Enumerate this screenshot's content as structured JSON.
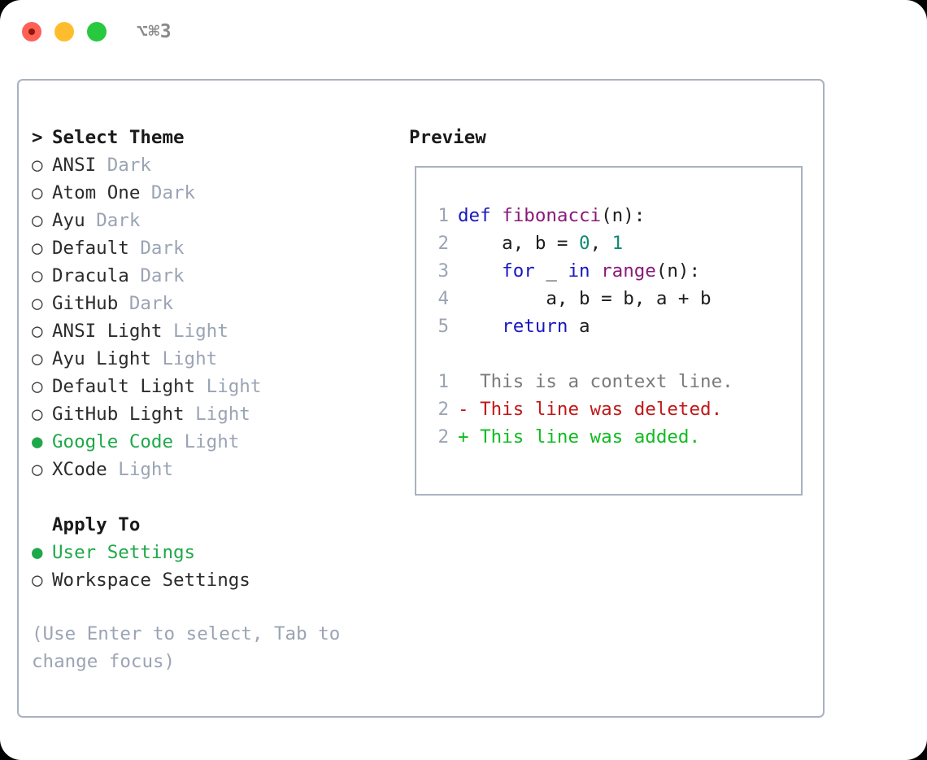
{
  "titlebar": {
    "title": "⌥⌘3",
    "controls": [
      {
        "name": "close",
        "color": "#ff6058"
      },
      {
        "name": "minimize",
        "color": "#ffbd2e"
      },
      {
        "name": "zoom",
        "color": "#27c93f"
      }
    ]
  },
  "theme_picker": {
    "caret": ">",
    "heading": "Select Theme",
    "bullet_off": "○",
    "bullet_on": "●",
    "items": [
      {
        "label": "ANSI",
        "kind": "Dark",
        "selected": false
      },
      {
        "label": "Atom One",
        "kind": "Dark",
        "selected": false
      },
      {
        "label": "Ayu",
        "kind": "Dark",
        "selected": false
      },
      {
        "label": "Default",
        "kind": "Dark",
        "selected": false
      },
      {
        "label": "Dracula",
        "kind": "Dark",
        "selected": false
      },
      {
        "label": "GitHub",
        "kind": "Dark",
        "selected": false
      },
      {
        "label": "ANSI Light",
        "kind": "Light",
        "selected": false
      },
      {
        "label": "Ayu Light",
        "kind": "Light",
        "selected": false
      },
      {
        "label": "Default Light",
        "kind": "Light",
        "selected": false
      },
      {
        "label": "GitHub Light",
        "kind": "Light",
        "selected": false
      },
      {
        "label": "Google Code",
        "kind": "Light",
        "selected": true
      },
      {
        "label": "XCode",
        "kind": "Light",
        "selected": false
      }
    ]
  },
  "apply_to": {
    "heading": "Apply To",
    "options": [
      {
        "label": "User Settings",
        "selected": true
      },
      {
        "label": "Workspace Settings",
        "selected": false
      }
    ]
  },
  "hint": "(Use Enter to select, Tab to change focus)",
  "preview": {
    "heading": "Preview",
    "code_lines": [
      {
        "number": "1",
        "tokens": [
          {
            "text": "def ",
            "cls": "tok-kw"
          },
          {
            "text": "fibonacci",
            "cls": "tok-fn"
          },
          {
            "text": "(n):",
            "cls": "tok-punc"
          }
        ]
      },
      {
        "number": "2",
        "tokens": [
          {
            "text": "    a, b = ",
            "cls": "tok-txt"
          },
          {
            "text": "0",
            "cls": "tok-num"
          },
          {
            "text": ", ",
            "cls": "tok-txt"
          },
          {
            "text": "1",
            "cls": "tok-num"
          }
        ]
      },
      {
        "number": "3",
        "tokens": [
          {
            "text": "    for ",
            "cls": "tok-kw"
          },
          {
            "text": "_ ",
            "cls": "tok-txt"
          },
          {
            "text": "in ",
            "cls": "tok-kw"
          },
          {
            "text": "range",
            "cls": "tok-fn"
          },
          {
            "text": "(n):",
            "cls": "tok-punc"
          }
        ]
      },
      {
        "number": "4",
        "tokens": [
          {
            "text": "        a, b = b, a + b",
            "cls": "tok-txt"
          }
        ]
      },
      {
        "number": "5",
        "tokens": [
          {
            "text": "    return ",
            "cls": "tok-kw"
          },
          {
            "text": "a",
            "cls": "tok-txt"
          }
        ]
      }
    ],
    "diff_lines": [
      {
        "number": "1",
        "marker": " ",
        "text": "This is a context line.",
        "cls": "diff-ctx"
      },
      {
        "number": "2",
        "marker": "-",
        "text": "This line was deleted.",
        "cls": "diff-del"
      },
      {
        "number": "2",
        "marker": "+",
        "text": "This line was added.",
        "cls": "diff-add"
      }
    ]
  },
  "colors": {
    "accent_green": "#1fa84a",
    "border": "#aab2c0",
    "muted": "#9ba4b4",
    "keyword": "#1818c0",
    "function": "#8a1a7a",
    "number": "#0f8a73",
    "diff_add": "#11bb22",
    "diff_del": "#c01818",
    "diff_ctx": "#7b7b7b"
  }
}
